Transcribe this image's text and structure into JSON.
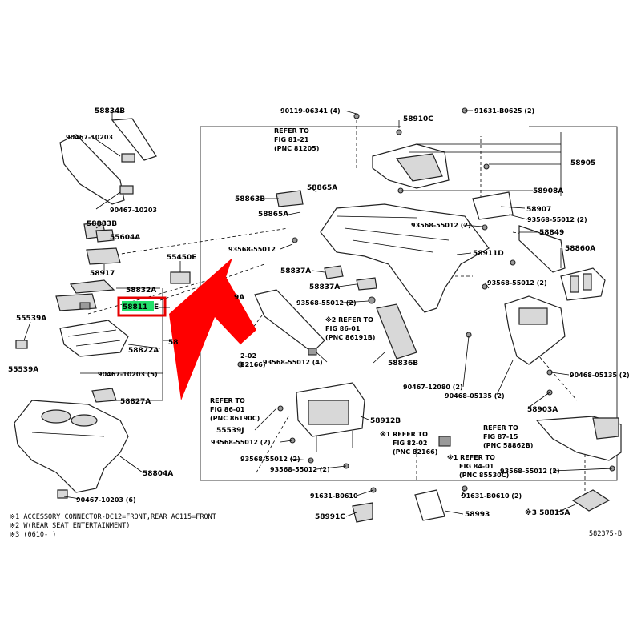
{
  "highlight": {
    "label": "58811",
    "suffix": "E",
    "box_color": "#e60000",
    "fill_color": "#22e06a",
    "arrow_color": "#ff0000"
  },
  "parts": {
    "p58834B": "58834B",
    "p90467_10203_a": "90467-10203",
    "p90467_10203_b": "90467-10203",
    "p58833B": "58833B",
    "p55604A": "55604A",
    "p58917": "58917",
    "p55450E": "55450E",
    "p58832A": "58832A",
    "p55539A_a": "55539A",
    "p55539A_b": "55539A",
    "p58822A": "58822A",
    "p90467_10203_5": "90467-10203 (5)",
    "p58827A": "58827A",
    "p58804A": "58804A",
    "p90467_10203_6": "90467-10203 (6)",
    "p58_cut": "58",
    "p90119": "90119-06341 (4)",
    "p58910C": "58910C",
    "p91631_0625": "91631-B0625 (2)",
    "p58905": "58905",
    "p58908A": "58908A",
    "p58863B": "58863B",
    "p58865A_a": "58865A",
    "p58865A_b": "58865A",
    "p58907": "58907",
    "p93568_2_a": "93568-55012 (2)",
    "p93568_2_b": "93568-55012 (2)",
    "p58849": "58849",
    "p93568": "93568-55012",
    "p58911D": "58911D",
    "p58860A": "58860A",
    "p58837A_a": "58837A",
    "p58837A_b": "58837A",
    "p93568_2_c": "93568-55012 (2)",
    "p93568_2_d": "93568-55012 (2)",
    "p58_cut2": "9A",
    "p93568_4": "93568-55012 (4)",
    "p58836B": "58836B",
    "p90467_12080": "90467-12080 (2)",
    "p90468_05135_2": "90468-05135 (2)",
    "p90468_05135_2b": "90468-05135 (2)",
    "p58903A": "58903A",
    "p58912B": "58912B",
    "p55539J": "55539J",
    "p93568_2_e": "93568-55012 (2)",
    "p93568_2_f": "93568-55012 (2)",
    "p93568_2_g": "93568-55012 (2)",
    "p93568_2_h": "93568-55012 (2)",
    "p91631_0610_a": "91631-B0610",
    "p91631_0610_b": "91631-B0610 (2)",
    "p58991C": "58991C",
    "p58993": "58993",
    "p58815A": "※3 58815A"
  },
  "refs": {
    "r1": [
      "REFER TO",
      "FIG 81-21",
      "(PNC 81205)"
    ],
    "r2": [
      "※2 REFER TO",
      "FIG 86-01",
      "(PNC 86191B)"
    ],
    "r3": [
      "REFER TO",
      "FIG 86-01",
      "(PNC 86190C)"
    ],
    "r4": [
      "※1 REFER TO",
      "FIG 82-02",
      "(PNC 82166)"
    ],
    "r5": [
      "※1 REFER TO",
      "FIG 84-01",
      "(PNC 85530C)"
    ],
    "r6": [
      "REFER TO",
      "FIG 87-15",
      "(PNC 58862B)"
    ],
    "r7": [
      "2-02",
      "82166)"
    ]
  },
  "notes": [
    "※1 ACCESSORY CONNECTOR-DC12=FRONT,REAR AC115=FRONT",
    "※2 W(REAR SEAT ENTERTAINMENT)",
    "※3 (0610-      )"
  ],
  "figure_code": "582375-B"
}
